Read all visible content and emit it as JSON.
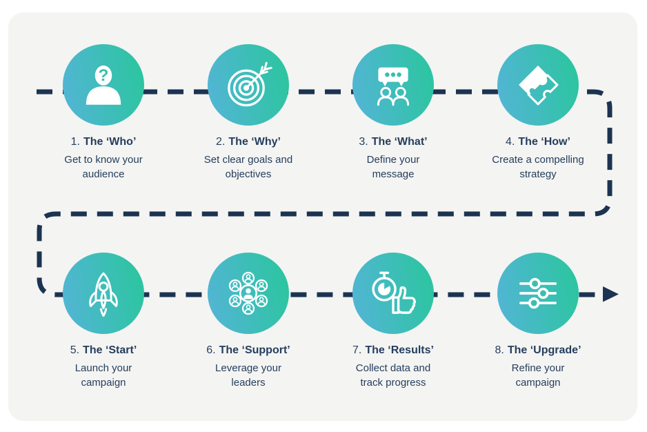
{
  "colors": {
    "page_background": "#ffffff",
    "card_background": "#f4f4f2",
    "flow_line": "#1c3351",
    "text": "#243e5e",
    "circle_gradient_start": "#55b4d8",
    "circle_gradient_end": "#2ec4a3",
    "icon": "#ffffff"
  },
  "flow": {
    "style": "dashed",
    "end_arrow": "right-arrow"
  },
  "steps": [
    {
      "number": "1.",
      "title": "The ‘Who’",
      "subtitle": "Get to know your\naudience",
      "icon": "person-question-icon"
    },
    {
      "number": "2.",
      "title": "The ‘Why’",
      "subtitle": "Set clear goals and\nobjectives",
      "icon": "target-arrow-icon"
    },
    {
      "number": "3.",
      "title": "The ‘What’",
      "subtitle": "Define your\nmessage",
      "icon": "chat-audience-icon"
    },
    {
      "number": "4.",
      "title": "The ‘How’",
      "subtitle": "Create a compelling\nstrategy",
      "icon": "puzzle-icon"
    },
    {
      "number": "5.",
      "title": "The ‘Start’",
      "subtitle": "Launch your\ncampaign",
      "icon": "rocket-icon"
    },
    {
      "number": "6.",
      "title": "The ‘Support’",
      "subtitle": "Leverage your\nleaders",
      "icon": "leader-network-icon"
    },
    {
      "number": "7.",
      "title": "The ‘Results’",
      "subtitle": "Collect data and\ntrack progress",
      "icon": "stopwatch-thumbs-up-icon"
    },
    {
      "number": "8.",
      "title": "The ‘Upgrade’",
      "subtitle": "Refine your\ncampaign",
      "icon": "sliders-icon"
    }
  ]
}
